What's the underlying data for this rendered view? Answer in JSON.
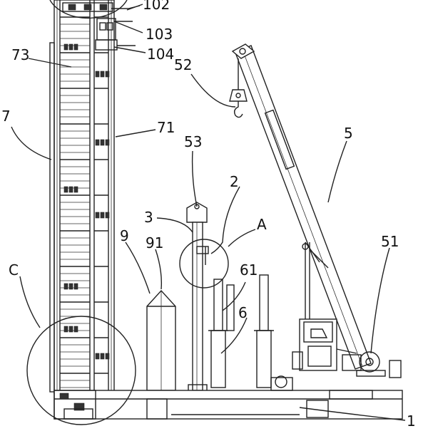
{
  "diagram": {
    "labels": {
      "l102": "102",
      "l103": "103",
      "l104": "104",
      "l73": "73",
      "l52": "52",
      "l7": "7",
      "l71": "71",
      "l53": "53",
      "l5": "5",
      "l2": "2",
      "l3": "3",
      "lA": "A",
      "l9": "9",
      "l91": "91",
      "l51": "51",
      "l61": "61",
      "l6": "6",
      "lC": "C",
      "l1": "1"
    }
  }
}
